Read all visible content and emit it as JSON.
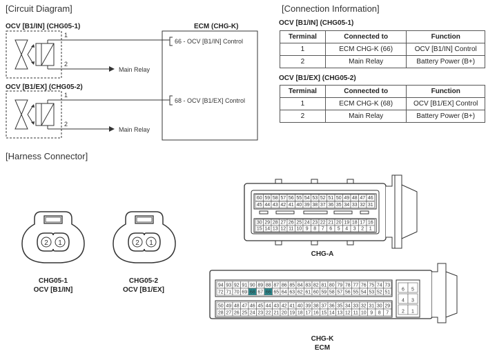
{
  "circuit": {
    "section_title": "[Circuit Diagram]",
    "ocv1_label": "OCV [B1/IN] (CHG05-1)",
    "ocv2_label": "OCV [B1/EX] (CHG05-2)",
    "ecm_label": "ECM (CHG-K)",
    "pin1": "1",
    "pin2": "2",
    "main_relay": "Main Relay",
    "ecm_pin66": "66 - OCV [B1/IN] Control",
    "ecm_pin68": "68 - OCV [B1/EX] Control"
  },
  "connection": {
    "section_title": "[Connection Information]",
    "headers": [
      "Terminal",
      "Connected to",
      "Function"
    ],
    "tables": [
      {
        "title": "OCV [B1/IN] (CHG05-1)",
        "rows": [
          [
            "1",
            "ECM CHG-K (66)",
            "OCV [B1/IN] Control"
          ],
          [
            "2",
            "Main Relay",
            "Battery Power (B+)"
          ]
        ]
      },
      {
        "title": "OCV [B1/EX] (CHG05-2)",
        "rows": [
          [
            "1",
            "ECM CHG-K (68)",
            "OCV [B1/EX] Control"
          ],
          [
            "2",
            "Main Relay",
            "Battery Power (B+)"
          ]
        ]
      }
    ]
  },
  "harness": {
    "section_title": "[Harness Connector]",
    "chg05_1": {
      "pin_left": "2",
      "pin_right": "1",
      "name": "CHG05-1",
      "desc": "OCV [B1/IN]"
    },
    "chg05_2": {
      "pin_left": "2",
      "pin_right": "1",
      "name": "CHG05-2",
      "desc": "OCV [B1/EX]"
    },
    "chg_a": {
      "name": "CHG-A",
      "row1": [
        "60",
        "59",
        "58",
        "57",
        "56",
        "55",
        "54",
        "53",
        "52",
        "51",
        "50",
        "49",
        "48",
        "47",
        "46"
      ],
      "row2": [
        "45",
        "44",
        "43",
        "42",
        "41",
        "40",
        "39",
        "38",
        "37",
        "36",
        "35",
        "34",
        "33",
        "32",
        "31"
      ],
      "row3": [
        "30",
        "29",
        "28",
        "27",
        "26",
        "25",
        "24",
        "23",
        "22",
        "21",
        "20",
        "19",
        "18",
        "17",
        "16"
      ],
      "row4": [
        "15",
        "14",
        "13",
        "12",
        "11",
        "10",
        "9",
        "8",
        "7",
        "6",
        "5",
        "4",
        "3",
        "2",
        "1"
      ]
    },
    "chg_k": {
      "name": "CHG-K",
      "subname": "ECM",
      "row1": [
        "94",
        "93",
        "92",
        "91",
        "90",
        "89",
        "88",
        "87",
        "86",
        "85",
        "84",
        "83",
        "82",
        "81",
        "80",
        "79",
        "78",
        "77",
        "76",
        "75",
        "74",
        "73"
      ],
      "row2": [
        "72",
        "71",
        "70",
        "69",
        "68",
        "67",
        "66",
        "65",
        "64",
        "63",
        "62",
        "61",
        "60",
        "59",
        "58",
        "57",
        "56",
        "55",
        "54",
        "53",
        "52",
        "51"
      ],
      "row3": [
        "50",
        "49",
        "48",
        "47",
        "46",
        "45",
        "44",
        "43",
        "42",
        "41",
        "40",
        "39",
        "38",
        "37",
        "36",
        "35",
        "34",
        "33",
        "32",
        "31",
        "30",
        "29"
      ],
      "row4": [
        "28",
        "27",
        "26",
        "25",
        "24",
        "23",
        "22",
        "21",
        "20",
        "19",
        "18",
        "17",
        "16",
        "15",
        "14",
        "13",
        "12",
        "11",
        "10",
        "9",
        "8",
        "7"
      ],
      "side": [
        [
          "6",
          "5"
        ],
        [
          "4",
          "3"
        ],
        [
          "2",
          "1"
        ]
      ],
      "highlight_pins": [
        "66",
        "68"
      ],
      "highlight_color": "#2a8a8f"
    }
  }
}
